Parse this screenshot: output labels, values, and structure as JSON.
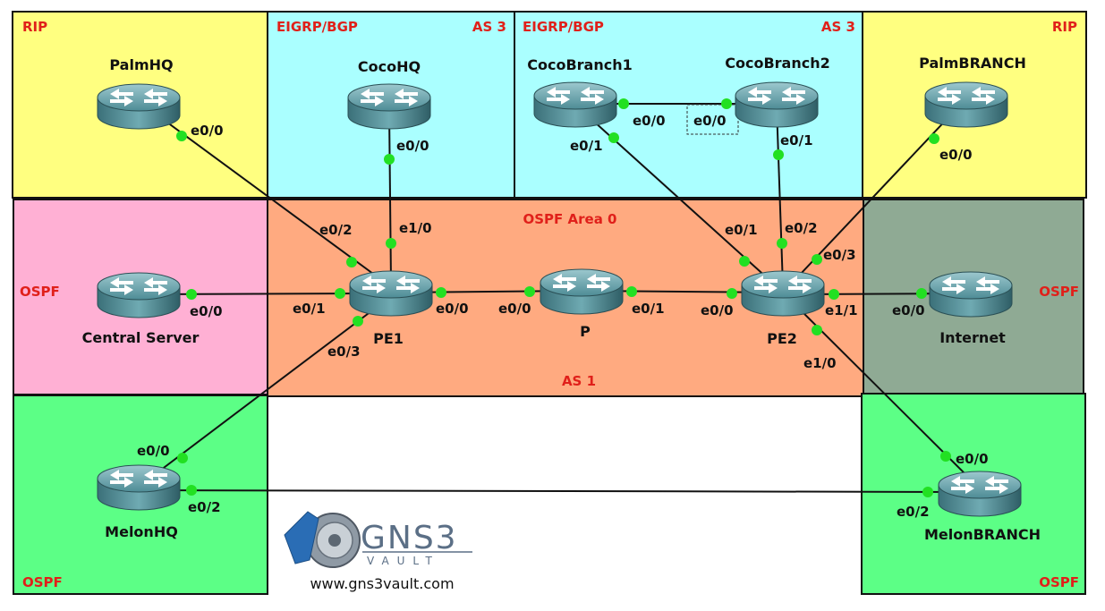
{
  "colors": {
    "rip": "#ffff80",
    "eigrp": "#aaffff",
    "ospf_pink": "#ffb0d4",
    "ospf_area0": "#ffaa80",
    "ospf_gray": "#8faa94",
    "ospf_green": "#5cff86",
    "label_red": "#e0201a",
    "port_green": "#22e022"
  },
  "areas": {
    "palmhq": "RIP",
    "cocohq_proto": "EIGRP/BGP",
    "cocohq_as": "AS 3",
    "cocobranch_proto": "EIGRP/BGP",
    "cocobranch_as": "AS 3",
    "palmbranch": "RIP",
    "central": "OSPF",
    "core_area": "OSPF Area 0",
    "core_as": "AS 1",
    "internet": "OSPF",
    "melonhq": "OSPF",
    "melonbranch": "OSPF"
  },
  "routers": {
    "palmhq": "PalmHQ",
    "cocohq": "CocoHQ",
    "cocobranch1": "CocoBranch1",
    "cocobranch2": "CocoBranch2",
    "palmbranch": "PalmBRANCH",
    "central": "Central Server",
    "pe1": "PE1",
    "p": "P",
    "pe2": "PE2",
    "internet": "Internet",
    "melonhq": "MelonHQ",
    "melonbranch": "MelonBRANCH"
  },
  "interfaces": {
    "palmhq_e00": "e0/0",
    "cocohq_e00": "e0/0",
    "cb1_e00": "e0/0",
    "cb2_e00": "e0/0",
    "cb1_e01": "e0/1",
    "cb2_e01": "e0/1",
    "palmbranch_e00": "e0/0",
    "pe1_e02": "e0/2",
    "pe1_e10": "e1/0",
    "pe1_e01": "e0/1",
    "pe1_e00": "e0/0",
    "pe1_e03": "e0/3",
    "central_e00": "e0/0",
    "p_e00": "e0/0",
    "p_e01": "e0/1",
    "pe2_e01": "e0/1",
    "pe2_e02": "e0/2",
    "pe2_e03": "e0/3",
    "pe2_e00": "e0/0",
    "pe2_e11": "e1/1",
    "pe2_e10": "e1/0",
    "internet_e00": "e0/0",
    "melonhq_e00": "e0/0",
    "melonhq_e02": "e0/2",
    "melonbranch_e00": "e0/0",
    "melonbranch_e02": "e0/2"
  },
  "logo": {
    "brand": "GNS3",
    "sub": "VAULT",
    "url": "www.gns3vault.com"
  }
}
